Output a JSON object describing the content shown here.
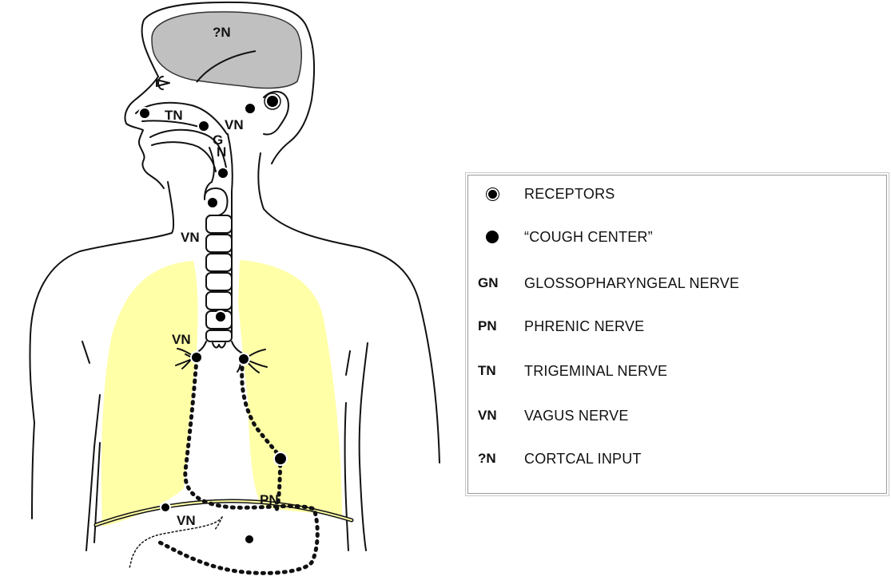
{
  "diagram_labels": {
    "cortical": "?N",
    "trigeminal": "TN",
    "vagus_ear": "VN",
    "glosso_g": "G",
    "glosso_n": "N",
    "vagus_neck": "VN",
    "vagus_bronchi": "VN",
    "phrenic": "PN",
    "vagus_abdomen": "VN"
  },
  "legend": {
    "items": [
      {
        "key_type": "small-dot",
        "key": "",
        "label": "RECEPTORS"
      },
      {
        "key_type": "large-dot",
        "key": "",
        "label": "“COUGH CENTER”"
      },
      {
        "key_type": "abbr",
        "key": "GN",
        "label": "GLOSSOPHARYNGEAL NERVE"
      },
      {
        "key_type": "abbr",
        "key": "PN",
        "label": "PHRENIC NERVE"
      },
      {
        "key_type": "abbr",
        "key": "TN",
        "label": "TRIGEMINAL NERVE"
      },
      {
        "key_type": "abbr",
        "key": "VN",
        "label": "VAGUS NERVE"
      },
      {
        "key_type": "abbr",
        "key": "?N",
        "label": "CORTCAL INPUT"
      }
    ]
  },
  "colors": {
    "brain": "#c0c0c0",
    "lungs": "#ffffa8",
    "outline": "#111111",
    "receptor": "#000000"
  }
}
